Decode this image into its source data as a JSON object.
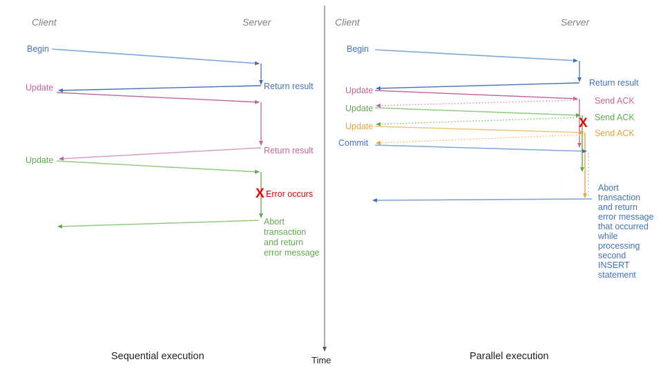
{
  "figure": {
    "title_left": "Sequential execution",
    "title_right": "Parallel execution",
    "time_axis_label": "Time"
  },
  "colors": {
    "blue": "#4472b4",
    "blue_light": "#7aa6da",
    "pink": "#c4649a",
    "pink_light": "#d79ec0",
    "green": "#61a84f",
    "green_light": "#93c97f",
    "orange": "#e8a33d",
    "orange_light": "#f3c277",
    "red": "#ee0000",
    "gray": "#808080",
    "axis": "#555555"
  },
  "left_panel": {
    "name": "Sequential execution",
    "lanes": {
      "client": "Client",
      "server": "Server"
    },
    "caption": "Sequential execution",
    "messages": [
      {
        "label": "Begin",
        "color": "blue",
        "side": "client"
      },
      {
        "label": "Return result",
        "color": "blue",
        "side": "server"
      },
      {
        "label": "Update",
        "color": "pink",
        "side": "client"
      },
      {
        "label": "Return result",
        "color": "pink",
        "side": "server"
      },
      {
        "label": "Update",
        "color": "green",
        "side": "client"
      },
      {
        "label": "Error occurs",
        "color": "red",
        "side": "server",
        "marker": "red-x"
      },
      {
        "label": "Abort transaction and return error message",
        "color": "green",
        "side": "server",
        "multiline": true
      }
    ]
  },
  "right_panel": {
    "name": "Parallel execution",
    "lanes": {
      "client": "Client",
      "server": "Server"
    },
    "caption": "Parallel execution",
    "messages": [
      {
        "label": "Begin",
        "color": "blue",
        "side": "client"
      },
      {
        "label": "Return result",
        "color": "blue",
        "side": "server"
      },
      {
        "label": "Update",
        "color": "pink",
        "side": "client"
      },
      {
        "label": "Send ACK",
        "color": "pink",
        "side": "server"
      },
      {
        "label": "Update",
        "color": "green",
        "side": "client"
      },
      {
        "label": "Send ACK",
        "color": "green",
        "side": "server"
      },
      {
        "label": "Update",
        "color": "orange",
        "side": "client"
      },
      {
        "label": "Send ACK",
        "color": "orange",
        "side": "server"
      },
      {
        "label": "Commit",
        "color": "blue",
        "side": "client"
      },
      {
        "label": "",
        "color": "red",
        "side": "server",
        "marker": "red-x"
      },
      {
        "label": "Abort transaction and return error message that occurred while processing second INSERT statement",
        "color": "blue",
        "side": "server",
        "multiline": true
      }
    ]
  },
  "text": {
    "left": {
      "client_header": "Client",
      "server_header": "Server",
      "begin": "Begin",
      "return_result_1": "Return result",
      "update_1": "Update",
      "return_result_2": "Return result",
      "update_2": "Update",
      "error_occurs": "Error occurs",
      "abort_l1": "Abort",
      "abort_l2": "transaction",
      "abort_l3": "and return",
      "abort_l4": "error message",
      "caption": "Sequential execution"
    },
    "right": {
      "client_header": "Client",
      "server_header": "Server",
      "begin": "Begin",
      "return_result": "Return result",
      "update_1": "Update",
      "send_ack_1": "Send ACK",
      "update_2": "Update",
      "send_ack_2": "Send ACK",
      "update_3": "Update",
      "send_ack_3": "Send ACK",
      "commit": "Commit",
      "abort_l1": "Abort",
      "abort_l2": "transaction",
      "abort_l3": "and return",
      "abort_l4": "error message",
      "abort_l5": "that occurred",
      "abort_l6": "while",
      "abort_l7": "processing",
      "abort_l8": "second",
      "abort_l9": "INSERT",
      "abort_l10": "statement",
      "caption": "Parallel execution"
    },
    "time": "Time",
    "redx_glyph": "X"
  }
}
